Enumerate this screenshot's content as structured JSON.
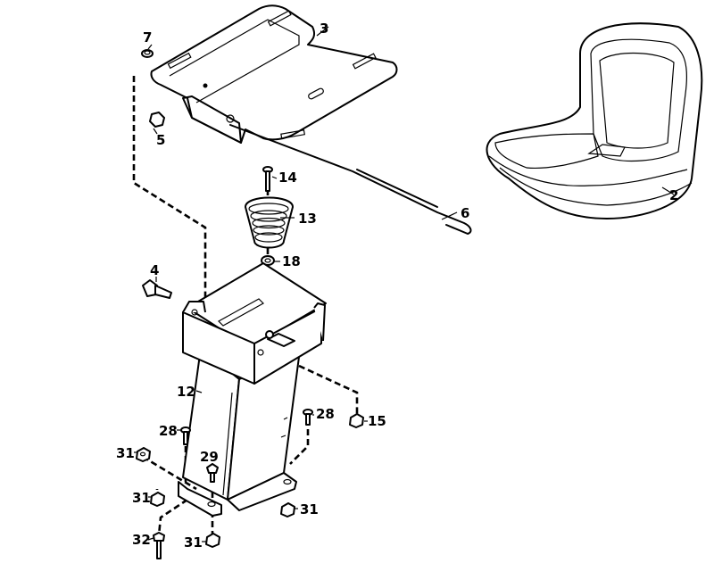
{
  "callouts": [
    {
      "id": "c2",
      "text": "2"
    },
    {
      "id": "c3",
      "text": "3"
    },
    {
      "id": "c4",
      "text": "4"
    },
    {
      "id": "c5",
      "text": "5"
    },
    {
      "id": "c6",
      "text": "6"
    },
    {
      "id": "c7",
      "text": "7"
    },
    {
      "id": "c12",
      "text": "12"
    },
    {
      "id": "c13",
      "text": "13"
    },
    {
      "id": "c14",
      "text": "14"
    },
    {
      "id": "c15",
      "text": "15"
    },
    {
      "id": "c18",
      "text": "18"
    },
    {
      "id": "c28a",
      "text": "28"
    },
    {
      "id": "c28b",
      "text": "28"
    },
    {
      "id": "c29",
      "text": "29"
    },
    {
      "id": "c31a",
      "text": "31"
    },
    {
      "id": "c31b",
      "text": "31"
    },
    {
      "id": "c31c",
      "text": "31"
    },
    {
      "id": "c31d",
      "text": "31"
    },
    {
      "id": "c32",
      "text": "32"
    }
  ]
}
